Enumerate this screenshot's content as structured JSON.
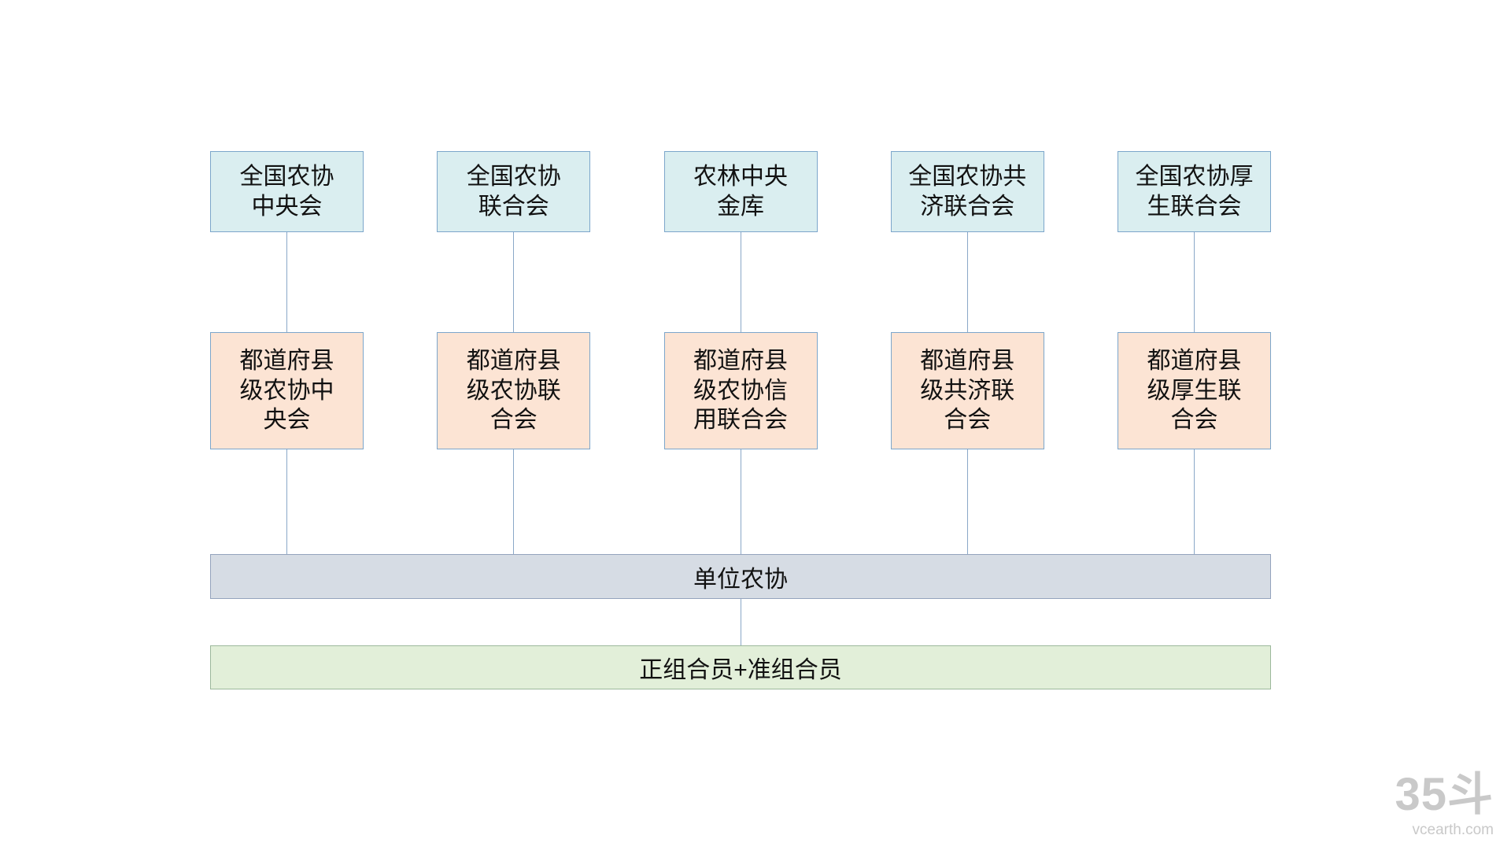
{
  "diagram": {
    "columns": [
      {
        "top": "全国农协\n中央会",
        "mid": "都道府县\n级农协中\n央会"
      },
      {
        "top": "全国农协\n联合会",
        "mid": "都道府县\n级农协联\n合会"
      },
      {
        "top": "农林中央\n金库",
        "mid": "都道府县\n级农协信\n用联合会"
      },
      {
        "top": "全国农协共\n济联合会",
        "mid": "都道府县\n级共济联\n合会"
      },
      {
        "top": "全国农协厚\n生联合会",
        "mid": "都道府县\n级厚生联\n合会"
      }
    ],
    "unit_bar": "单位农协",
    "member_bar": "正组合员+准组合员"
  },
  "colors": {
    "top_box_fill": "#daeef0",
    "mid_box_fill": "#fce4d4",
    "unit_bar_fill": "#d6dce4",
    "member_bar_fill": "#e2efd9",
    "border": "#7ca6cb",
    "connector": "#8aa8c8"
  },
  "watermark": {
    "logo": "35斗",
    "site": "vcearth.com"
  }
}
